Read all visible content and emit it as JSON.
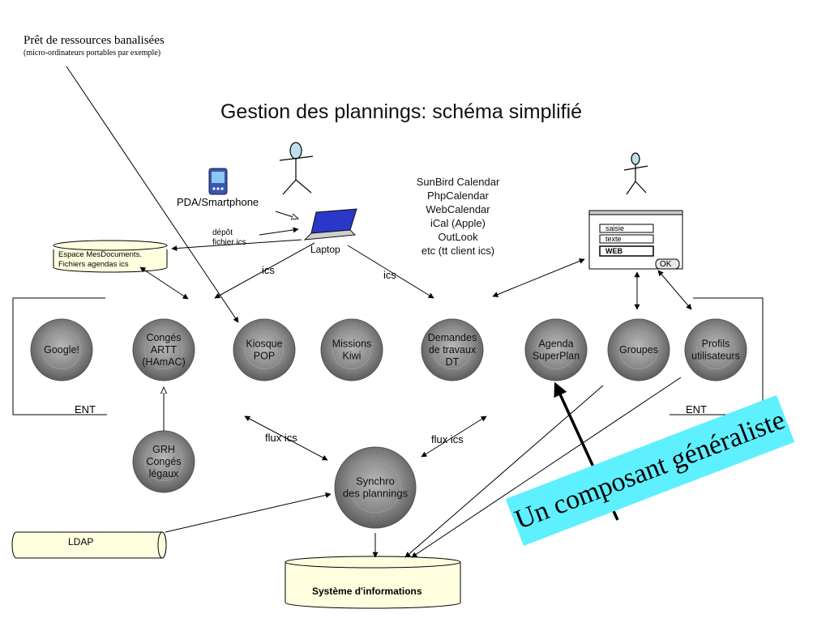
{
  "note": {
    "main": "Prêt de ressources banalisées",
    "sub": "(micro-ordinateurs portables par exemple)"
  },
  "title": "Gestion des plannings: schéma simplifié",
  "devices": {
    "pda": "PDA/Smartphone",
    "laptop": "Laptop",
    "depot": [
      "dépôt",
      "fichier ics"
    ],
    "storage": [
      "Espace MesDocuments.",
      "Fichiers agendas ics"
    ]
  },
  "tools": [
    "SunBird Calendar",
    "PhpCalendar",
    "WebCalendar",
    "iCal (Apple)",
    "OutLook",
    "etc (tt client ics)"
  ],
  "form": {
    "fields": [
      "saisie",
      "texte",
      "WEB"
    ],
    "ok": "OK"
  },
  "ent_label": "ENT",
  "circles": [
    {
      "lines": [
        "Google!"
      ]
    },
    {
      "lines": [
        "Congés",
        "ARTT",
        "(HAmAC)"
      ]
    },
    {
      "lines": [
        "Kiosque",
        "POP"
      ]
    },
    {
      "lines": [
        "Missions",
        "Kiwi"
      ]
    },
    {
      "lines": [
        "Demandes",
        "de travaux",
        "DT"
      ]
    },
    {
      "lines": [
        "Agenda",
        "SuperPlan"
      ]
    },
    {
      "lines": [
        "Groupes"
      ]
    },
    {
      "lines": [
        "Profils",
        "utilisateurs"
      ]
    },
    {
      "lines": [
        "GRH",
        "Congés",
        "légaux"
      ]
    },
    {
      "lines": [
        "Synchro",
        "des plannings"
      ]
    }
  ],
  "flows": {
    "ics": "ics",
    "flux_ics": "flux ics"
  },
  "databases": {
    "ldap": "LDAP",
    "si": "Système d'informations"
  },
  "banner": "Un composant généraliste",
  "colors": {
    "banner": "#5ef0ff",
    "db_fill": "#ffffe0",
    "circle_fill": "#7a7a7a",
    "device_blue": "#2a37c8"
  }
}
